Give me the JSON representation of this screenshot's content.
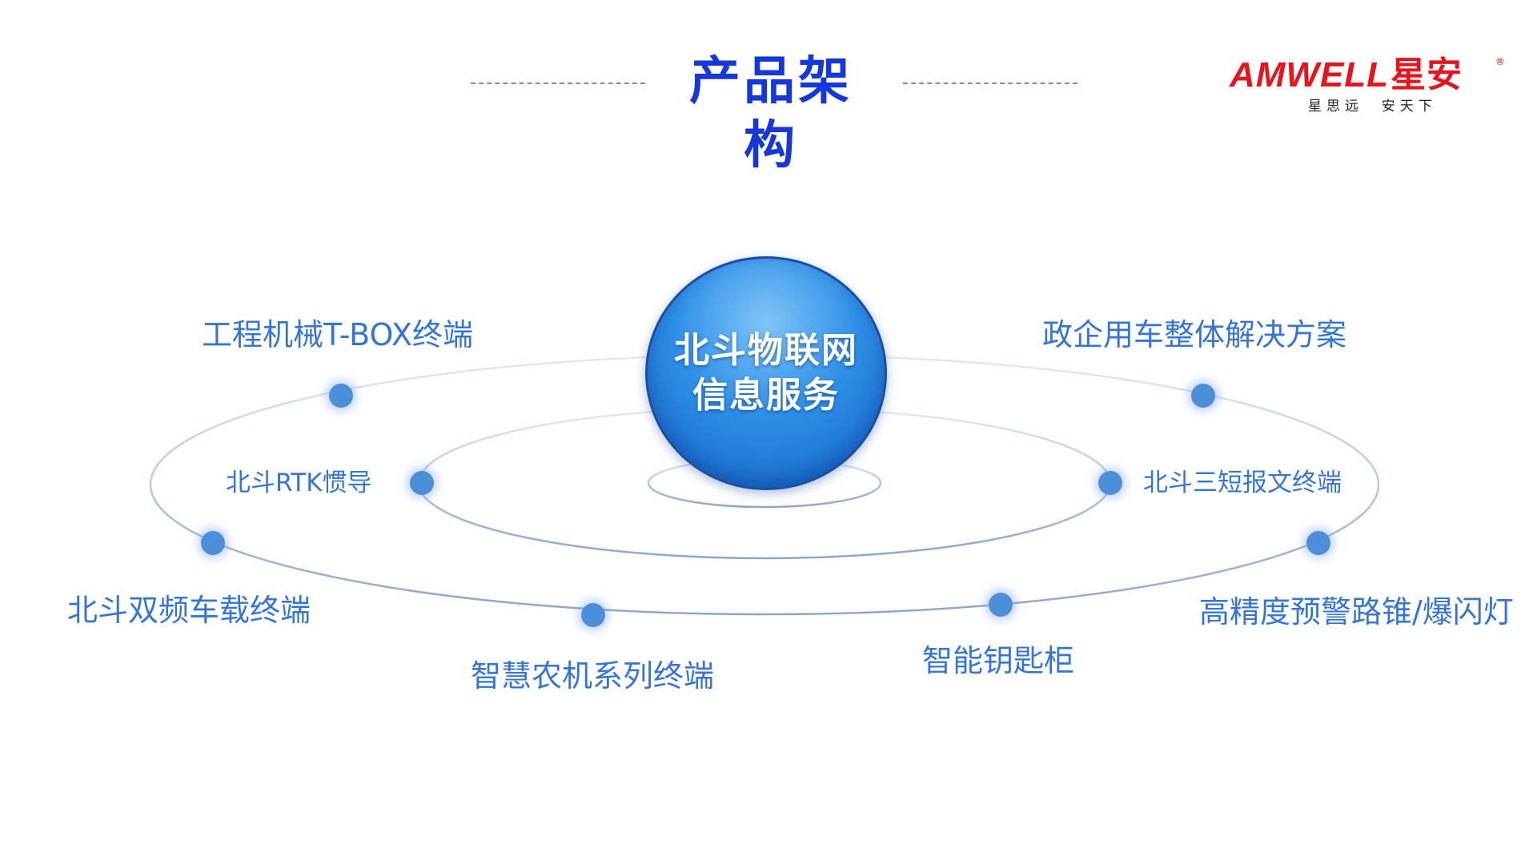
{
  "header": {
    "title": "产品架构"
  },
  "brand": {
    "logo_latin": "AMWELL",
    "logo_cn": "星安",
    "registered_mark": "®",
    "slogan": "星思远  安天下",
    "color": "#e2161c"
  },
  "hub": {
    "line1": "北斗物联网",
    "line2": "信息服务"
  },
  "products": {
    "tbox": "工程机械T-BOX终端",
    "fleet": "政企用车整体解决方案",
    "rtk": "北斗RTK惯导",
    "short_msg": "北斗三短报文终端",
    "dual_band": "北斗双频车载终端",
    "cone": "高精度预警路锥/爆闪灯",
    "agri": "智慧农机系列终端",
    "key_cabinet": "智能钥匙柜"
  },
  "colors": {
    "title": "#1538d6",
    "label": "#3576d4",
    "dot": "#4a8fd8",
    "hub": "#2f8fe6"
  }
}
